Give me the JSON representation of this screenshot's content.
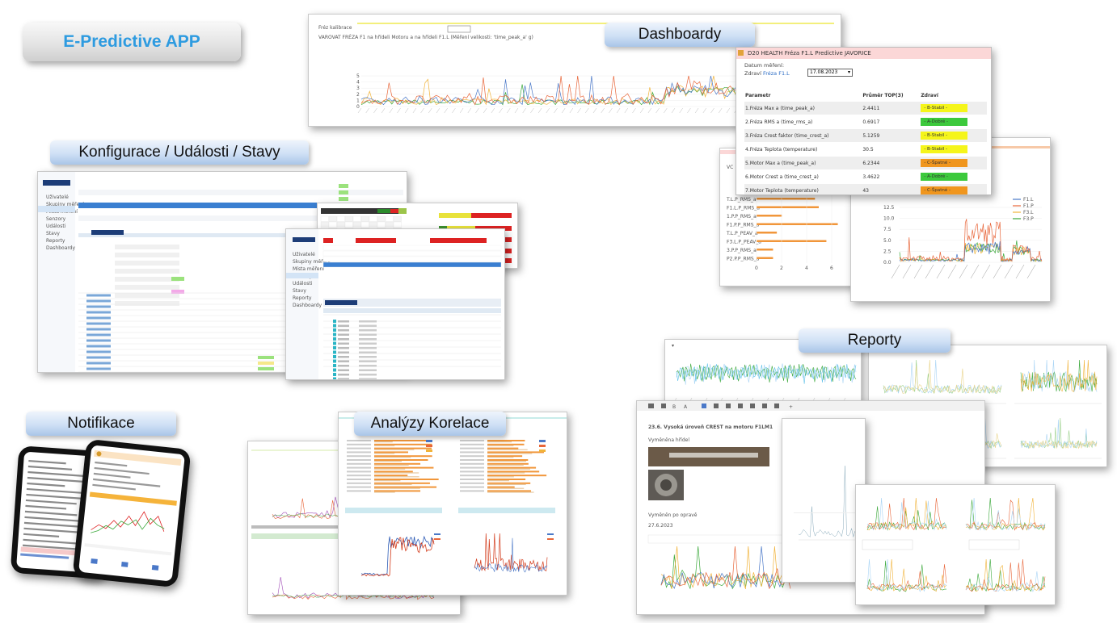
{
  "app_title": "E-Predictive APP",
  "sections": {
    "dashboards": "Dashboardy",
    "config": "Konfigurace / Události / Stavy",
    "reports": "Reporty",
    "notifications": "Notifikace",
    "correlations": "Analýzy Korelace"
  },
  "health_card": {
    "title": "D20 HEALTH Fréza F1.L Predictive JAVORICE",
    "date_label": "Datum měření:",
    "date_value": "17.08.2023",
    "health_label": "Zdraví",
    "health_link": "Fréza F1.L",
    "columns": [
      "Parametr",
      "Průměr TOP(3)",
      "Zdraví"
    ],
    "rows": [
      {
        "param": "1.Fréza Max a (time_peak_a)",
        "avg": "2.4411",
        "health": "- B-Stabil -",
        "color": "#f5f51a"
      },
      {
        "param": "2.Fréza RMS a (time_rms_a)",
        "avg": "0.6917",
        "health": "- A-Dobré -",
        "color": "#3cc93c"
      },
      {
        "param": "3.Fréza Crest faktor (time_crest_a)",
        "avg": "5.1259",
        "health": "- B-Stabil -",
        "color": "#f5f51a"
      },
      {
        "param": "4.Fréza Teplota (temperature)",
        "avg": "30.5",
        "health": "- B-Stabil -",
        "color": "#f5f51a"
      },
      {
        "param": "5.Motor Max a (time_peak_a)",
        "avg": "6.2344",
        "health": "- C-Špatné -",
        "color": "#f0961e"
      },
      {
        "param": "6.Motor Crest a (time_crest_a)",
        "avg": "3.4622",
        "health": "- A-Dobré -",
        "color": "#3cc93c"
      },
      {
        "param": "7.Motor Teplota (temperature)",
        "avg": "43",
        "health": "- C-Špatné -",
        "color": "#f0961e"
      }
    ]
  },
  "line_chart_legend": [
    "F1.L",
    "F1.P",
    "F3.L",
    "F3.P"
  ],
  "line_chart_colors": [
    "#4a78c8",
    "#e8663a",
    "#f1b33a",
    "#3aa83a"
  ],
  "line_chart_yticks": [
    "12.5",
    "10.0",
    "7.5",
    "5.0",
    "2.5",
    "0.0"
  ],
  "bar_chart_labels": [
    "T.L.P_RMS_a",
    "F1.L.P_RMS_a",
    "1.P.P_RMS_a",
    "F1.P.P_RMS_a",
    "T.L.P_PEAV_a",
    "F3.L.P_PEAV_a",
    "3.P.P_RMS_a",
    "P2.P.P_RMS_a"
  ],
  "bar_chart_xticks": [
    "0",
    "2",
    "4",
    "6"
  ],
  "report_doc": {
    "heading": "23.6. Vysoká úroveň CREST na motoru F1LM1",
    "sub1": "Vyměněna hřídel",
    "sub2": "Vyměněn po opravě",
    "date": "27.6.2023"
  },
  "dashboard_top": {
    "label1": "Fréz kalibrace",
    "title": "VAROVAT FRÉZA F1 na hřídeli Motoru a na hřídeli F1.L (Měření velikosti: 'time_peak_a' g)",
    "yticks": [
      "5",
      "4",
      "3",
      "2",
      "1",
      "0"
    ]
  },
  "config_sidebar": [
    "Uživatelé",
    "Skupiny měření",
    "Místa měření",
    "Senzory",
    "Události",
    "Stavy",
    "Reporty",
    "Dashboardy"
  ]
}
